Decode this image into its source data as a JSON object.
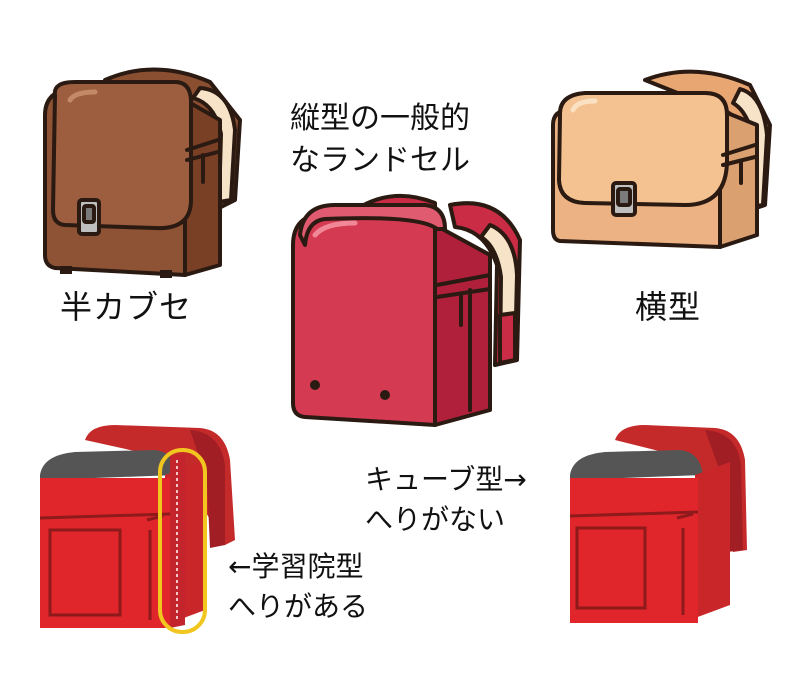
{
  "center_caption": {
    "line1": "縦型の一般的",
    "line2": "なランドセル"
  },
  "labels": {
    "half_cover": "半カブセ",
    "horizontal": "横型"
  },
  "gakushuin_note": {
    "line1": "←学習院型",
    "line2": "へりがある"
  },
  "cube_note": {
    "line1": "キューブ型→",
    "line2": "へりがない"
  },
  "colors": {
    "brown": "#8a4e30",
    "tan": "#f3bf8a",
    "crimson": "#cf3048",
    "red": "#e0262a",
    "highlight_ring": "#f1c61f",
    "strap_cream": "#f7e3c7"
  },
  "icons": [
    "brown-randoseru-icon",
    "tan-randoseru-icon",
    "crimson-randoseru-icon",
    "red-gakushuin-randoseru-icon",
    "red-cube-randoseru-icon"
  ]
}
